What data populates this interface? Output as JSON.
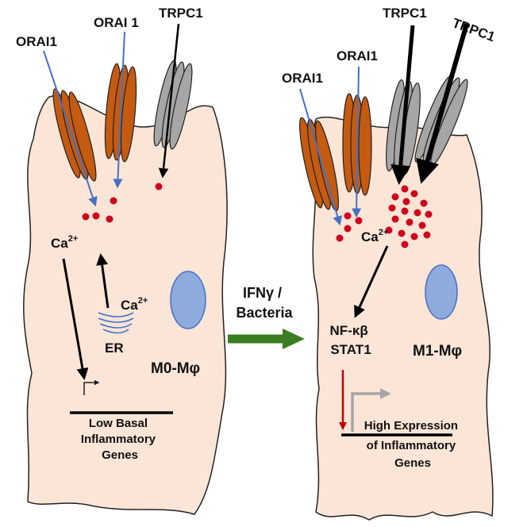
{
  "colors": {
    "cell_fill": "#fbe5d6",
    "cell_stroke": "#222222",
    "orai_fill": "#c55a11",
    "trpc_fill": "#a6a6a6",
    "nucleus_fill": "#8faadc",
    "nucleus_stroke": "#4472c4",
    "calcium_dot": "#d0021b",
    "orai_arrow": "#4472c4",
    "black_arrow": "#000000",
    "stimulus_arrow": "#3a7d22",
    "inflammatory_arrow": "#c00000",
    "promoter_grey": "#a6a6a6",
    "er_color": "#4472c4"
  },
  "left_cell": {
    "channel_labels": {
      "orai_a": "ORAI1",
      "orai_b": "ORAI 1",
      "trpc": "TRPC1"
    },
    "calcium": {
      "base": "Ca",
      "charge": "2+"
    },
    "er_calcium": {
      "base": "Ca",
      "charge": "2+"
    },
    "er_label": "ER",
    "cell_type": "M0-Mφ",
    "gene_text": [
      "Low Basal",
      "Inflammatory",
      "Genes"
    ]
  },
  "stimulus": {
    "lines": [
      "IFNγ /",
      "Bacteria"
    ]
  },
  "right_cell": {
    "channel_labels": {
      "orai_a": "ORAI1",
      "orai_b": "ORAI1",
      "trpc_a": "TRPC1",
      "trpc_b": "TRPC1"
    },
    "calcium": {
      "base": "Ca",
      "charge": "2+"
    },
    "transcription_factors": [
      "NF-κβ",
      "STAT1"
    ],
    "cell_type": "M1-Mφ",
    "gene_text": [
      "High Expression",
      "of Inflammatory",
      "Genes"
    ]
  }
}
